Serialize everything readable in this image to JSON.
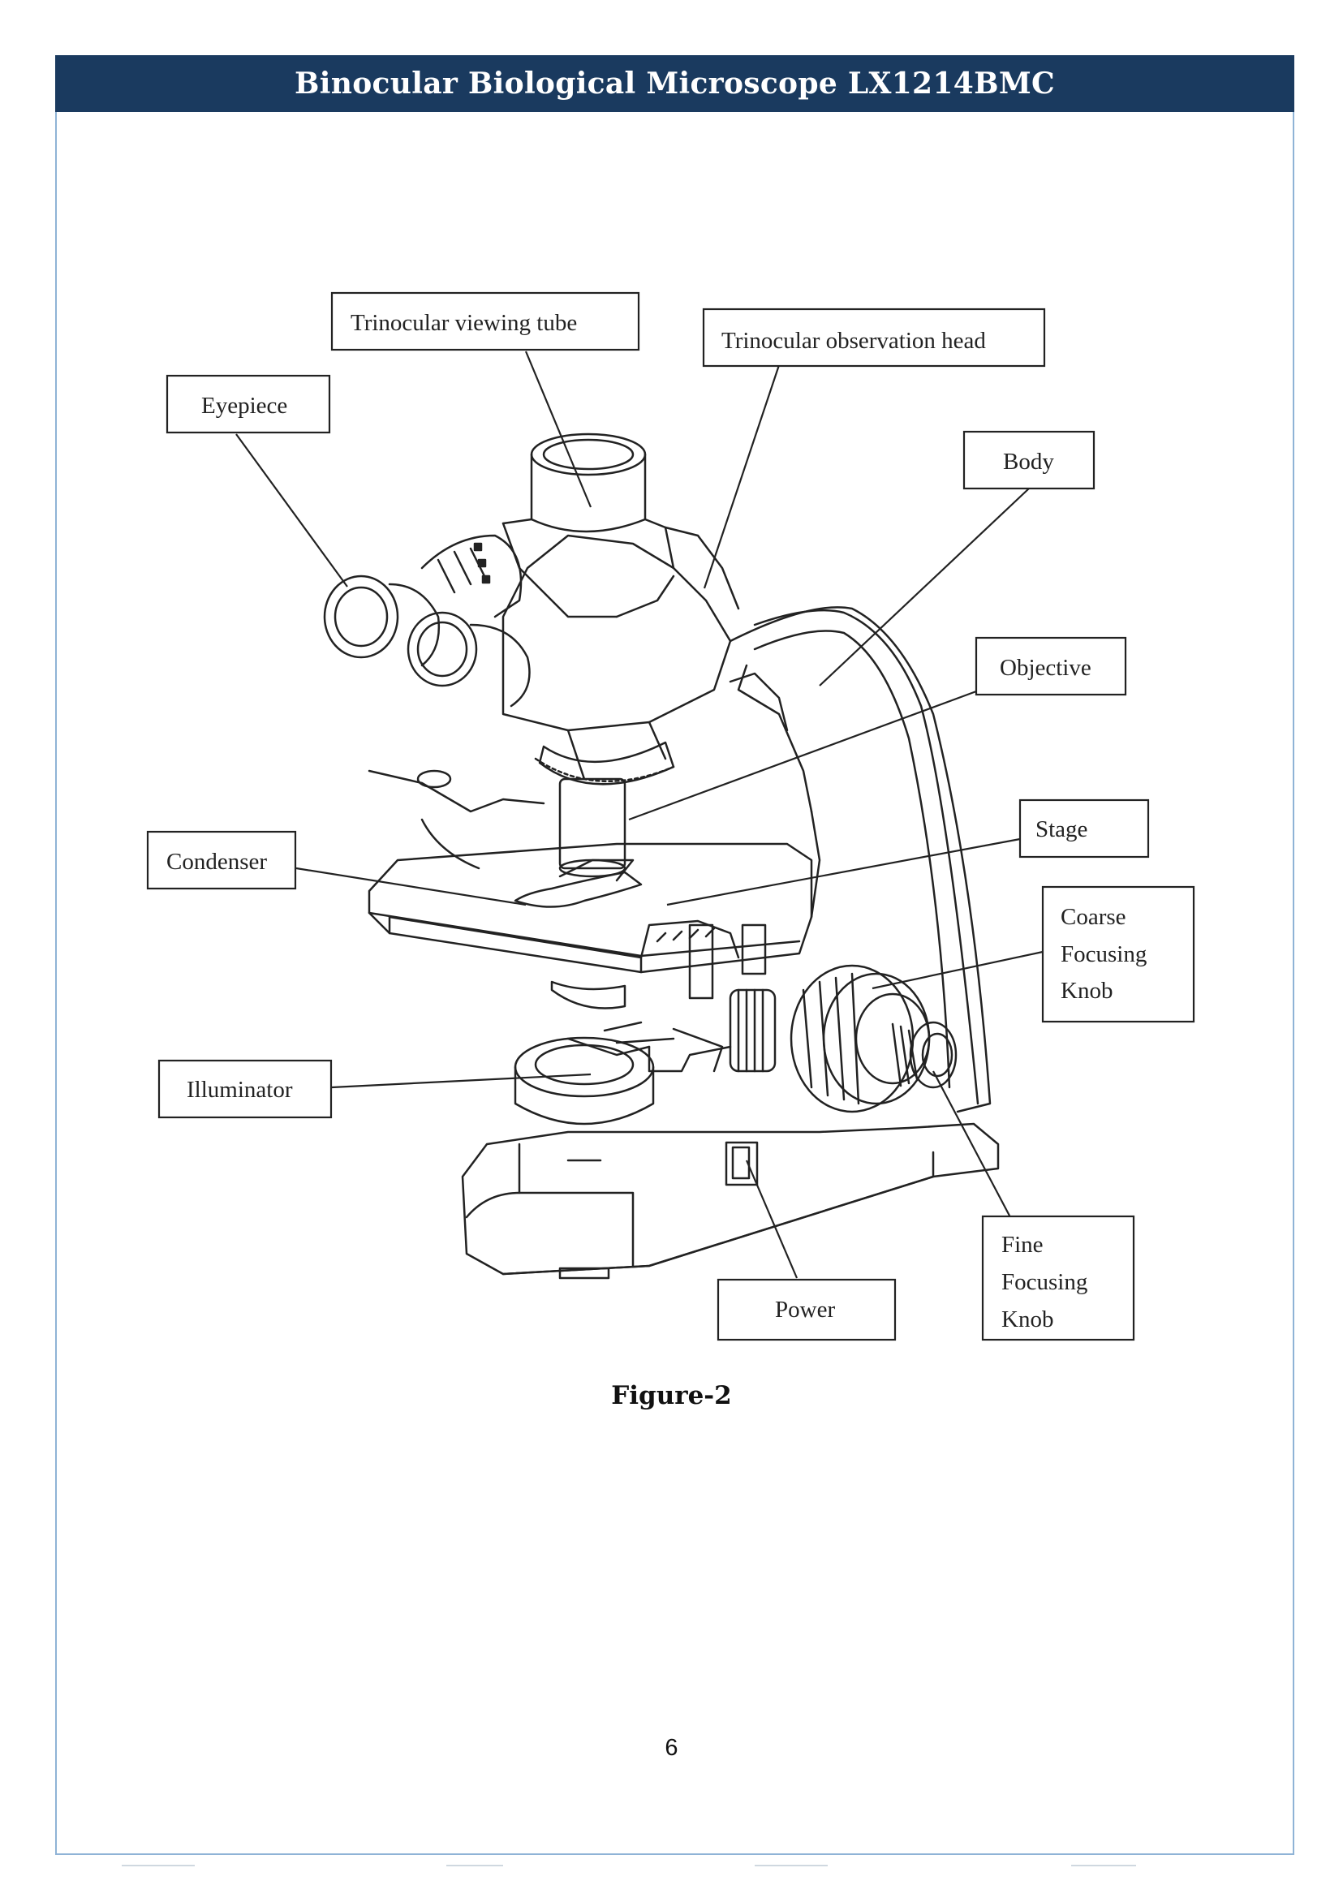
{
  "header": {
    "title": "Binocular Biological Microscope LX1214BMC"
  },
  "figure": {
    "labels": {
      "trinocular_viewing_tube": "Trinocular viewing tube",
      "trinocular_observation_head": "Trinocular observation head",
      "eyepiece": "Eyepiece",
      "body": "Body",
      "objective": "Objective",
      "condenser": "Condenser",
      "stage": "Stage",
      "coarse_focusing_knob": [
        "Coarse",
        "Focusing",
        "Knob"
      ],
      "illuminator": "Illuminator",
      "fine_focusing_knob": [
        "Fine",
        "Focusing",
        "Knob"
      ],
      "power": "Power"
    },
    "caption": "Figure-2"
  },
  "footer": {
    "page_number": "6"
  },
  "colors": {
    "header_bg": "#1a3a5f",
    "header_text": "#ffffff",
    "frame": "#8fb3d6",
    "line": "#222222"
  }
}
